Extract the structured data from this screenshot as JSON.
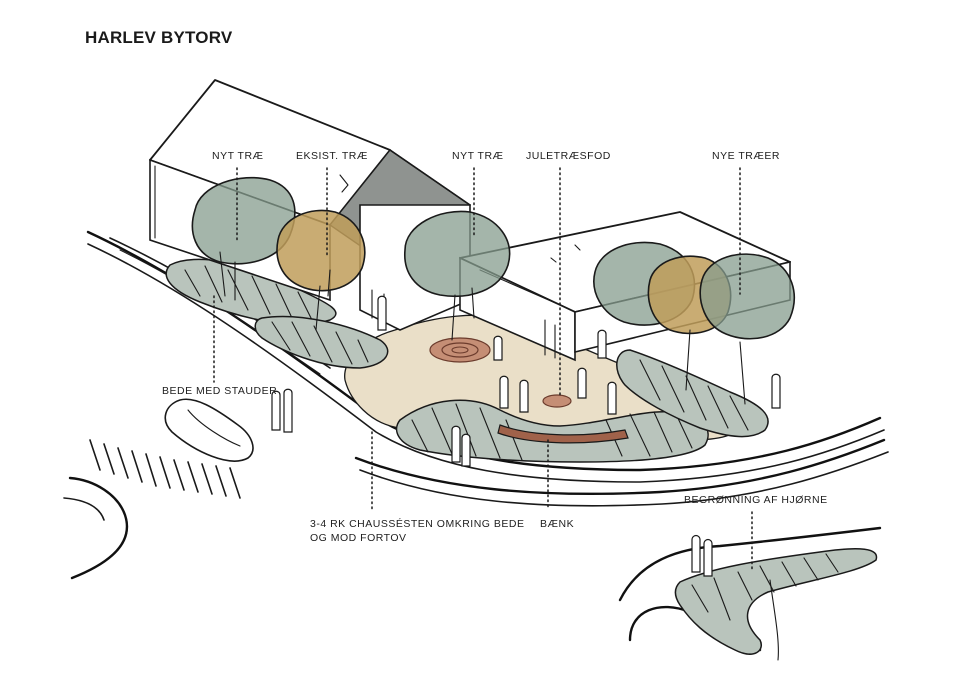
{
  "title": "HARLEV BYTORV",
  "labels": {
    "nyt_trae_1": "NYT TRÆ",
    "eksist_trae": "EKSIST. TRÆ",
    "nyt_trae_2": "NYT TRÆ",
    "juletraesfod": "JULETRÆSFOD",
    "nye_traeer": "NYE TRÆER",
    "bede_med_stauder": "BEDE MED STAUDER",
    "chaussesten_line1": "3-4 RK CHAUSSÉSTEN OMKRING BEDE",
    "chaussesten_line2": "OG MOD FORTOV",
    "baenk": "BÆNK",
    "begroenning": "BEGRØNNING AF HJØRNE"
  },
  "colors": {
    "plaza": "#eadfc8",
    "bed_green": "#b9c4bc",
    "tree_green": "#869c8d",
    "tree_ochre": "#bf9d5b",
    "bench": "#a0624a",
    "gable_grey": "#8f9390"
  }
}
